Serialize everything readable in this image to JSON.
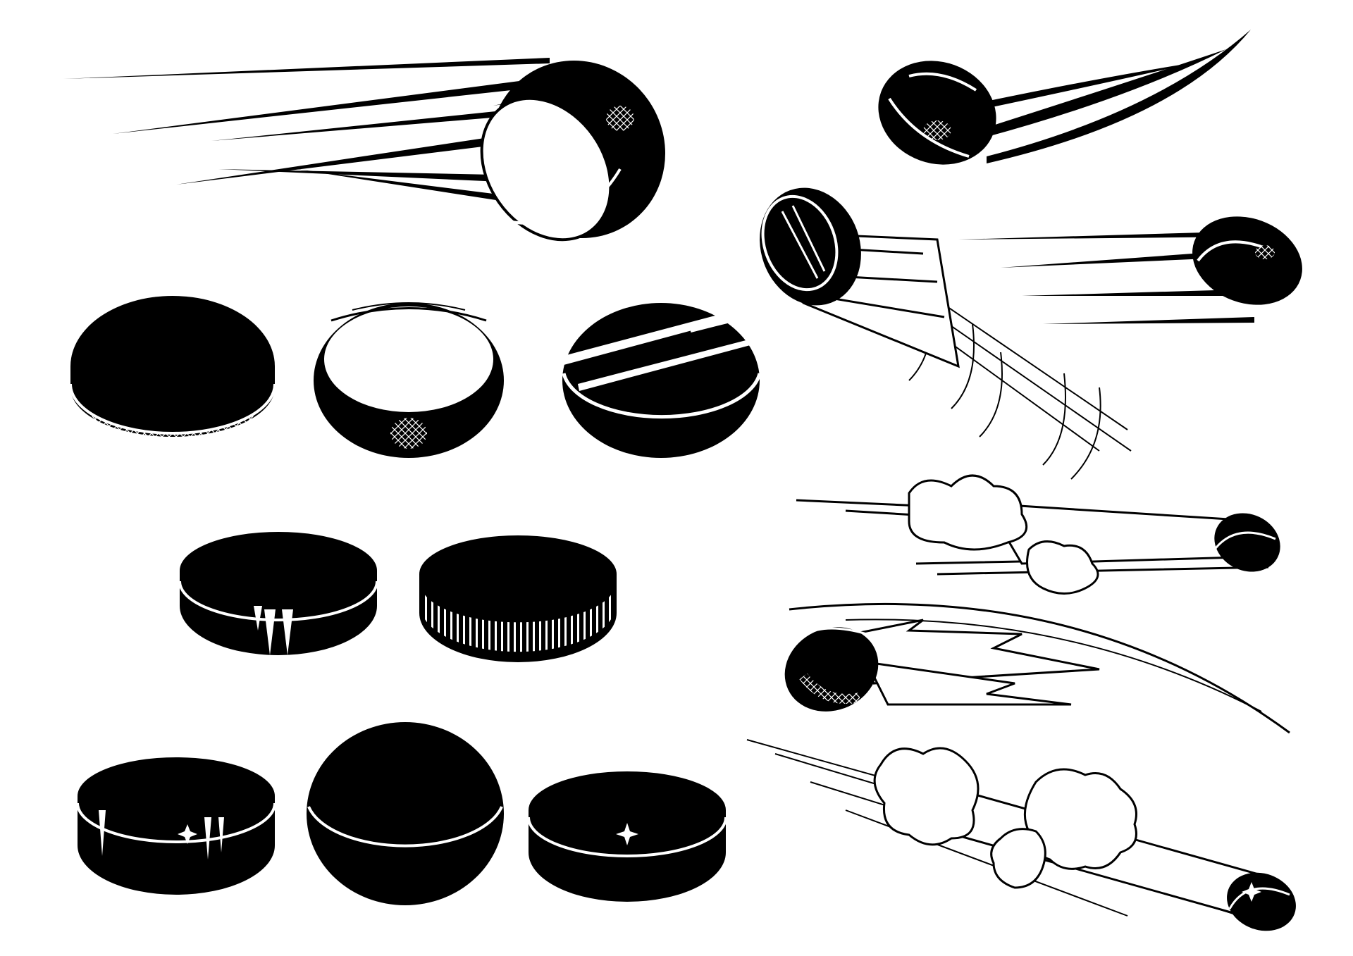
{
  "canvas": {
    "background": "#ffffff"
  },
  "colors": {
    "ink": "#000000",
    "paper": "#ffffff"
  },
  "pucks": [
    {
      "name": "puck-flying-streak-top-left",
      "style": "flying"
    },
    {
      "name": "puck-flying-curved-top-right",
      "style": "flying"
    },
    {
      "name": "puck-flying-tilted-glass-trail",
      "style": "flying"
    },
    {
      "name": "puck-flying-streak-right",
      "style": "flying"
    },
    {
      "name": "puck-static-mesh-band",
      "style": "static"
    },
    {
      "name": "puck-static-white-top",
      "style": "static"
    },
    {
      "name": "puck-static-striped-top",
      "style": "static"
    },
    {
      "name": "puck-static-drip-band",
      "style": "static"
    },
    {
      "name": "puck-static-ribbed-edge",
      "style": "static"
    },
    {
      "name": "puck-flying-smoke-cloud",
      "style": "flying"
    },
    {
      "name": "puck-flying-lightning-trail",
      "style": "flying"
    },
    {
      "name": "puck-static-sparkle-left",
      "style": "static"
    },
    {
      "name": "puck-static-plain-round",
      "style": "static"
    },
    {
      "name": "puck-static-sparkle-right",
      "style": "static"
    },
    {
      "name": "puck-flying-double-cloud",
      "style": "flying"
    }
  ]
}
